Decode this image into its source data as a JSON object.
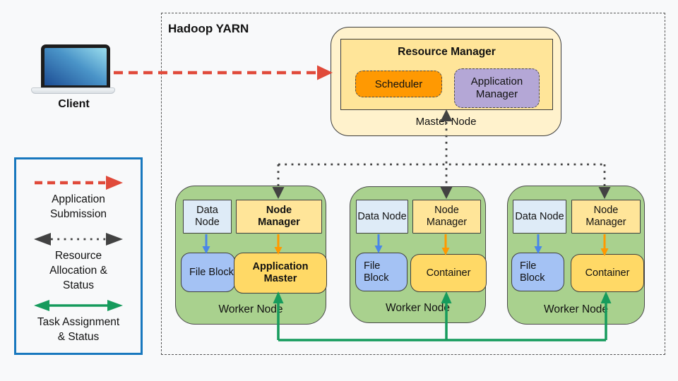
{
  "colors": {
    "background": "#F8F9FA",
    "red": "#E04A3A",
    "dark": "#424242",
    "green": "#169B5C",
    "blue_arrow": "#4A86E8",
    "orange_arrow": "#FF9900",
    "master_fill": "#FFF2CC",
    "rm_fill": "#FFE599",
    "scheduler_fill": "#FF9902",
    "app_manager_fill": "#B4A7D6",
    "worker_fill": "#A9D18E",
    "data_node_fill": "#DEEBF7",
    "node_manager_fill": "#FFE599",
    "file_block_fill": "#A4C2F4",
    "container_fill": "#FFD966",
    "legend_border": "#1878BE"
  },
  "yarn_title": "Hadoop YARN",
  "client": {
    "label": "Client"
  },
  "master": {
    "title": "Resource Manager",
    "scheduler": "Scheduler",
    "app_manager": "Application Manager",
    "label": "Master Node"
  },
  "workers": [
    {
      "data_node": "Data Node",
      "node_manager": "Node Manager",
      "file_block": "File Block",
      "container": "Application Master",
      "label": "Worker Node"
    },
    {
      "data_node": "Data Node",
      "node_manager": "Node Manager",
      "file_block": "File Block",
      "container": "Container",
      "label": "Worker Node"
    },
    {
      "data_node": "Data Node",
      "node_manager": "Node Manager",
      "file_block": "File Block",
      "container": "Container",
      "label": "Worker Node"
    }
  ],
  "legend": {
    "items": [
      {
        "arrow": "red-dashed-right",
        "lines": [
          "Application",
          "Submission"
        ]
      },
      {
        "arrow": "dark-dotted-double",
        "lines": [
          "Resource",
          "Allocation &",
          "Status"
        ]
      },
      {
        "arrow": "green-solid-double",
        "lines": [
          "Task Assignment",
          "&  Status"
        ]
      }
    ]
  }
}
